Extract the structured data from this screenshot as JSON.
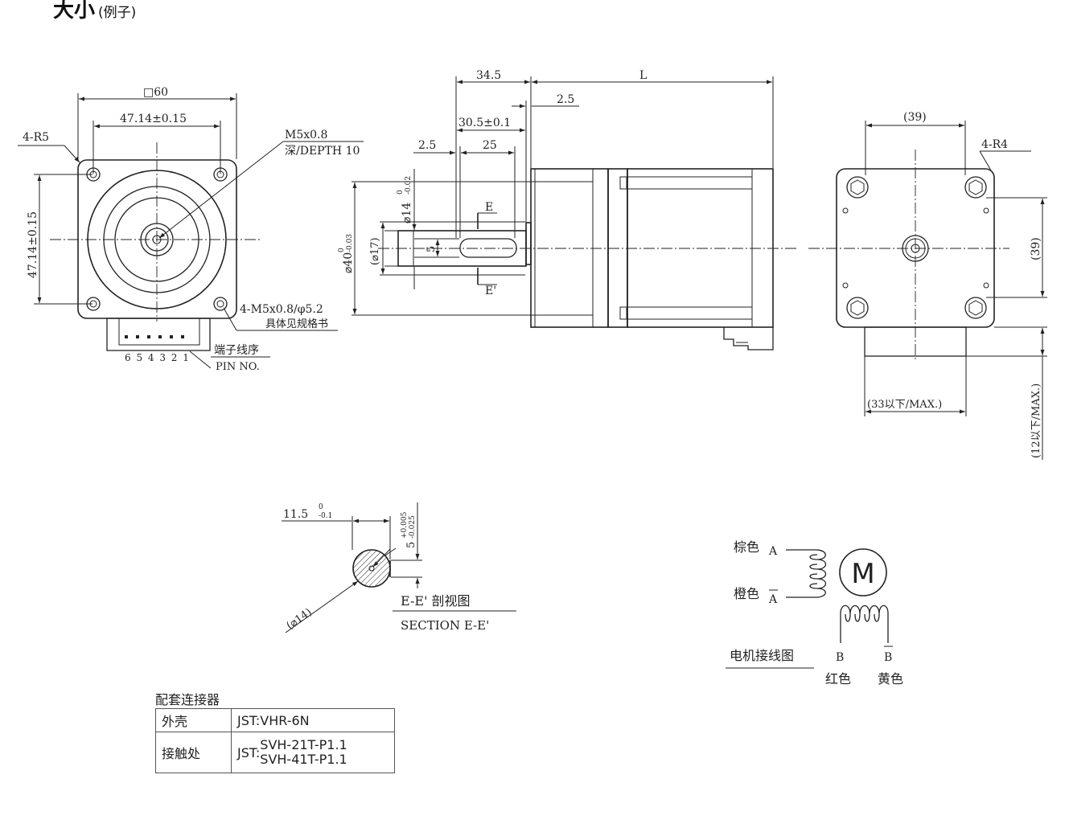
{
  "title": {
    "main": "大小",
    "sub": "(例子)"
  },
  "front_view": {
    "square": "□60",
    "hole_pitch_h": "47.14±0.15",
    "hole_pitch_v": "47.14±0.15",
    "corner_radius": "4-R5",
    "thread": "M5x0.8",
    "depth": "深/DEPTH 10",
    "holes": "4-M5x0.8/φ5.2",
    "holes_note": "具体见规格书",
    "pin_numbers": "6 5 4 3 2 1",
    "pin_label_cn": "端子线序",
    "pin_label_en": "PIN NO."
  },
  "side_view": {
    "dim_34_5": "34.5",
    "dim_L": "L",
    "dim_2_5_top": "2.5",
    "dim_30_5": "30.5±0.1",
    "dim_2_5": "2.5",
    "dim_25": "25",
    "dim_d14": "⌀14",
    "dim_d14_tol_up": "0",
    "dim_d14_tol_dn": "-0.02",
    "dim_d40": "⌀40",
    "dim_d40_tol_up": "0",
    "dim_d40_tol_dn": "-0.03",
    "dim_d17": "(⌀17)",
    "dim_5": "5",
    "section_mark_top": "E",
    "section_mark_bottom": "E'"
  },
  "rear_view": {
    "dim_39_h": "(39)",
    "dim_39_v": "(39)",
    "corner_radius": "4-R4",
    "dim_33": "(33以下/MAX.)",
    "dim_12": "(12以下/MAX.)"
  },
  "section_view": {
    "dim_11_5": "11.5",
    "dim_11_5_tol_up": "0",
    "dim_11_5_tol_dn": "-0.1",
    "dim_5": "5",
    "dim_5_tol_up": "+0.005",
    "dim_5_tol_dn": "-0.025",
    "dim_d14": "(⌀14)",
    "title_cn": "E-E' 剖视图",
    "title_en": "SECTION E-E'"
  },
  "wiring": {
    "motor_symbol": "M",
    "a_color": "棕色",
    "a_label": "A",
    "a_bar_color": "橙色",
    "a_bar_label": "A",
    "b_label": "B",
    "b_bar_label": "B",
    "b_color": "红色",
    "b_bar_color": "黄色",
    "caption": "电机接线图"
  },
  "connector": {
    "title": "配套连接器",
    "rows": [
      {
        "label": "外壳",
        "value": "JST:VHR-6N"
      },
      {
        "label": "接触处",
        "prefix": "JST:",
        "value1": "SVH-21T-P1.1",
        "value2": "SVH-41T-P1.1"
      }
    ]
  }
}
